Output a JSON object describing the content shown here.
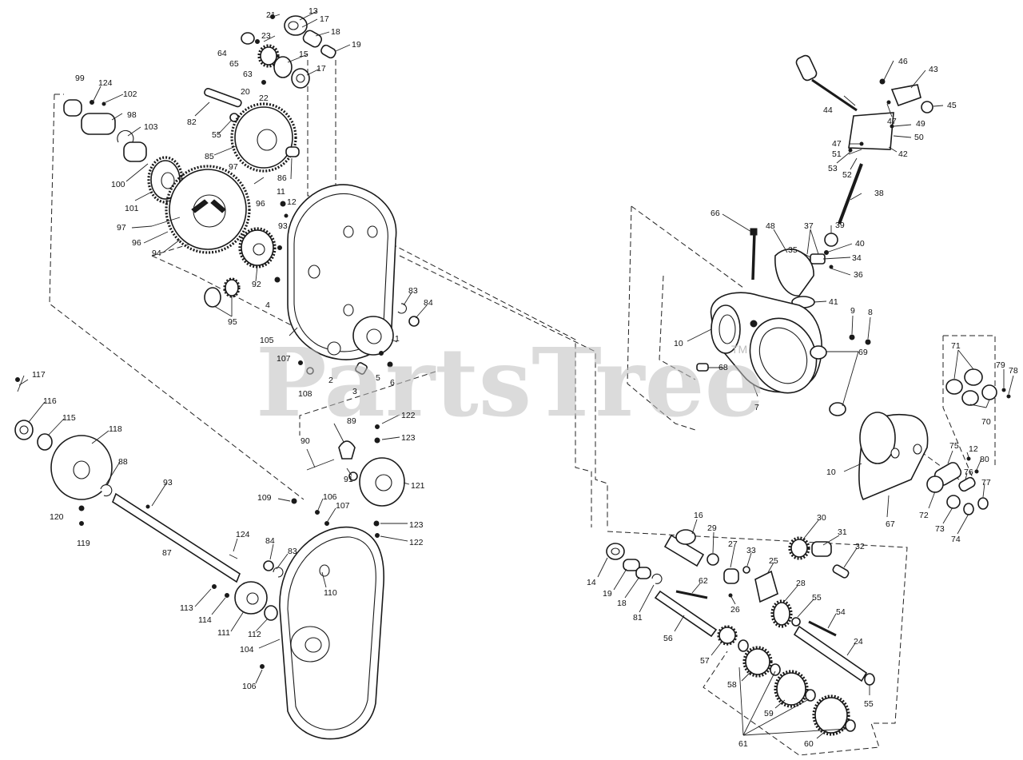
{
  "watermark": {
    "text": "PartsTree",
    "trademark": "TM"
  },
  "callouts": [
    {
      "id": "c21",
      "text": "21"
    },
    {
      "id": "c13",
      "text": "13"
    },
    {
      "id": "c17a",
      "text": "17"
    },
    {
      "id": "c23",
      "text": "23"
    },
    {
      "id": "c18a",
      "text": "18"
    },
    {
      "id": "c19a",
      "text": "19"
    },
    {
      "id": "c64",
      "text": "64"
    },
    {
      "id": "c65",
      "text": "65"
    },
    {
      "id": "c15",
      "text": "15"
    },
    {
      "id": "c17b",
      "text": "17"
    },
    {
      "id": "c63",
      "text": "63"
    },
    {
      "id": "c20",
      "text": "20"
    },
    {
      "id": "c22",
      "text": "22"
    },
    {
      "id": "c99",
      "text": "99"
    },
    {
      "id": "c124a",
      "text": "124"
    },
    {
      "id": "c102",
      "text": "102"
    },
    {
      "id": "c98",
      "text": "98"
    },
    {
      "id": "c82",
      "text": "82"
    },
    {
      "id": "c55a",
      "text": "55"
    },
    {
      "id": "c103",
      "text": "103"
    },
    {
      "id": "c85",
      "text": "85"
    },
    {
      "id": "c100",
      "text": "100"
    },
    {
      "id": "c97a",
      "text": "97"
    },
    {
      "id": "c86",
      "text": "86"
    },
    {
      "id": "c11",
      "text": "11"
    },
    {
      "id": "c96a",
      "text": "96"
    },
    {
      "id": "c12a",
      "text": "12"
    },
    {
      "id": "c101",
      "text": "101"
    },
    {
      "id": "c97b",
      "text": "97"
    },
    {
      "id": "c93a",
      "text": "93"
    },
    {
      "id": "c96b",
      "text": "96"
    },
    {
      "id": "c94",
      "text": "94"
    },
    {
      "id": "c92",
      "text": "92"
    },
    {
      "id": "c4",
      "text": "4"
    },
    {
      "id": "c95",
      "text": "95"
    },
    {
      "id": "c83a",
      "text": "83"
    },
    {
      "id": "c84a",
      "text": "84"
    },
    {
      "id": "c105",
      "text": "105"
    },
    {
      "id": "c1",
      "text": "1"
    },
    {
      "id": "c107a",
      "text": "107"
    },
    {
      "id": "c2",
      "text": "2"
    },
    {
      "id": "c5",
      "text": "5"
    },
    {
      "id": "c6",
      "text": "6"
    },
    {
      "id": "c108",
      "text": "108"
    },
    {
      "id": "c3",
      "text": "3"
    },
    {
      "id": "c117",
      "text": "117"
    },
    {
      "id": "c116",
      "text": "116"
    },
    {
      "id": "c115",
      "text": "115"
    },
    {
      "id": "c118",
      "text": "118"
    },
    {
      "id": "c88",
      "text": "88"
    },
    {
      "id": "c89",
      "text": "89"
    },
    {
      "id": "c122a",
      "text": "122"
    },
    {
      "id": "c123a",
      "text": "123"
    },
    {
      "id": "c90",
      "text": "90"
    },
    {
      "id": "c91",
      "text": "91"
    },
    {
      "id": "c121",
      "text": "121"
    },
    {
      "id": "c93b",
      "text": "93"
    },
    {
      "id": "c120",
      "text": "120"
    },
    {
      "id": "c109",
      "text": "109"
    },
    {
      "id": "c106a",
      "text": "106"
    },
    {
      "id": "c107b",
      "text": "107"
    },
    {
      "id": "c123b",
      "text": "123"
    },
    {
      "id": "c122b",
      "text": "122"
    },
    {
      "id": "c119",
      "text": "119"
    },
    {
      "id": "c87",
      "text": "87"
    },
    {
      "id": "c124b",
      "text": "124"
    },
    {
      "id": "c84b",
      "text": "84"
    },
    {
      "id": "c83b",
      "text": "83"
    },
    {
      "id": "c110",
      "text": "110"
    },
    {
      "id": "c113",
      "text": "113"
    },
    {
      "id": "c114",
      "text": "114"
    },
    {
      "id": "c111",
      "text": "111"
    },
    {
      "id": "c112",
      "text": "112"
    },
    {
      "id": "c104",
      "text": "104"
    },
    {
      "id": "c106b",
      "text": "106"
    },
    {
      "id": "c46",
      "text": "46"
    },
    {
      "id": "c43",
      "text": "43"
    },
    {
      "id": "c44",
      "text": "44"
    },
    {
      "id": "c45",
      "text": "45"
    },
    {
      "id": "c47a",
      "text": "47"
    },
    {
      "id": "c49",
      "text": "49"
    },
    {
      "id": "c50",
      "text": "50"
    },
    {
      "id": "c47b",
      "text": "47"
    },
    {
      "id": "c51",
      "text": "51"
    },
    {
      "id": "c42",
      "text": "42"
    },
    {
      "id": "c53",
      "text": "53"
    },
    {
      "id": "c52",
      "text": "52"
    },
    {
      "id": "c38",
      "text": "38"
    },
    {
      "id": "c66",
      "text": "66"
    },
    {
      "id": "c48",
      "text": "48"
    },
    {
      "id": "c37",
      "text": "37"
    },
    {
      "id": "c39",
      "text": "39"
    },
    {
      "id": "c35",
      "text": "35"
    },
    {
      "id": "c40",
      "text": "40"
    },
    {
      "id": "c34",
      "text": "34"
    },
    {
      "id": "c36",
      "text": "36"
    },
    {
      "id": "c41",
      "text": "41"
    },
    {
      "id": "c9",
      "text": "9"
    },
    {
      "id": "c8",
      "text": "8"
    },
    {
      "id": "c10a",
      "text": "10"
    },
    {
      "id": "c69",
      "text": "69"
    },
    {
      "id": "c68",
      "text": "68"
    },
    {
      "id": "c7",
      "text": "7"
    },
    {
      "id": "c71",
      "text": "71"
    },
    {
      "id": "c79",
      "text": "79"
    },
    {
      "id": "c78",
      "text": "78"
    },
    {
      "id": "c70",
      "text": "70"
    },
    {
      "id": "c75",
      "text": "75"
    },
    {
      "id": "c12b",
      "text": "12"
    },
    {
      "id": "c10b",
      "text": "10"
    },
    {
      "id": "c76",
      "text": "76"
    },
    {
      "id": "c80",
      "text": "80"
    },
    {
      "id": "c77",
      "text": "77"
    },
    {
      "id": "c72",
      "text": "72"
    },
    {
      "id": "c73",
      "text": "73"
    },
    {
      "id": "c74",
      "text": "74"
    },
    {
      "id": "c67",
      "text": "67"
    },
    {
      "id": "c16",
      "text": "16"
    },
    {
      "id": "c29",
      "text": "29"
    },
    {
      "id": "c30",
      "text": "30"
    },
    {
      "id": "c31",
      "text": "31"
    },
    {
      "id": "c27",
      "text": "27"
    },
    {
      "id": "c33",
      "text": "33"
    },
    {
      "id": "c32",
      "text": "32"
    },
    {
      "id": "c25",
      "text": "25"
    },
    {
      "id": "c14",
      "text": "14"
    },
    {
      "id": "c19b",
      "text": "19"
    },
    {
      "id": "c18b",
      "text": "18"
    },
    {
      "id": "c62",
      "text": "62"
    },
    {
      "id": "c28",
      "text": "28"
    },
    {
      "id": "c55b",
      "text": "55"
    },
    {
      "id": "c81",
      "text": "81"
    },
    {
      "id": "c26",
      "text": "26"
    },
    {
      "id": "c54",
      "text": "54"
    },
    {
      "id": "c56",
      "text": "56"
    },
    {
      "id": "c24",
      "text": "24"
    },
    {
      "id": "c57",
      "text": "57"
    },
    {
      "id": "c58",
      "text": "58"
    },
    {
      "id": "c59",
      "text": "59"
    },
    {
      "id": "c55c",
      "text": "55"
    },
    {
      "id": "c61",
      "text": "61"
    },
    {
      "id": "c60",
      "text": "60"
    }
  ]
}
